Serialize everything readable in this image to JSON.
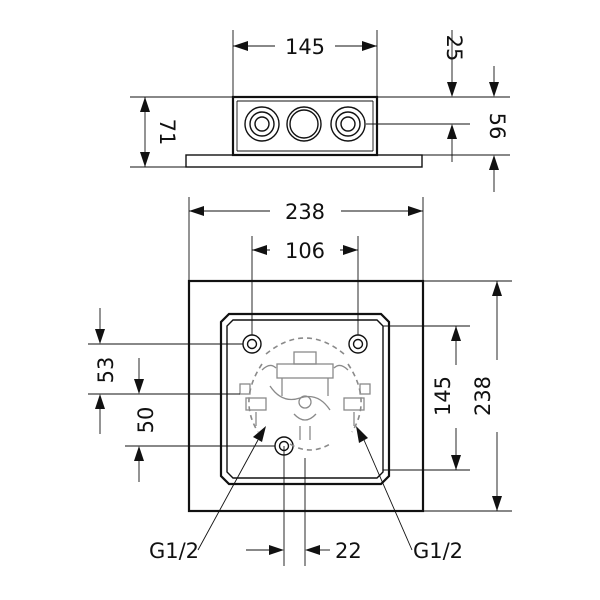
{
  "top_view": {
    "width_label": "145",
    "height_label": "71",
    "offset_top_label": "25",
    "offset_bottom_label": "56"
  },
  "front_view": {
    "plate_width_label": "238",
    "plate_height_label": "238",
    "hole_spacing_label": "106",
    "inner_height_label": "145",
    "upper_offset_label": "53",
    "lower_offset_label": "50",
    "outlet_offset_label": "22",
    "left_connection_label": "G1/2",
    "right_connection_label": "G1/2"
  }
}
